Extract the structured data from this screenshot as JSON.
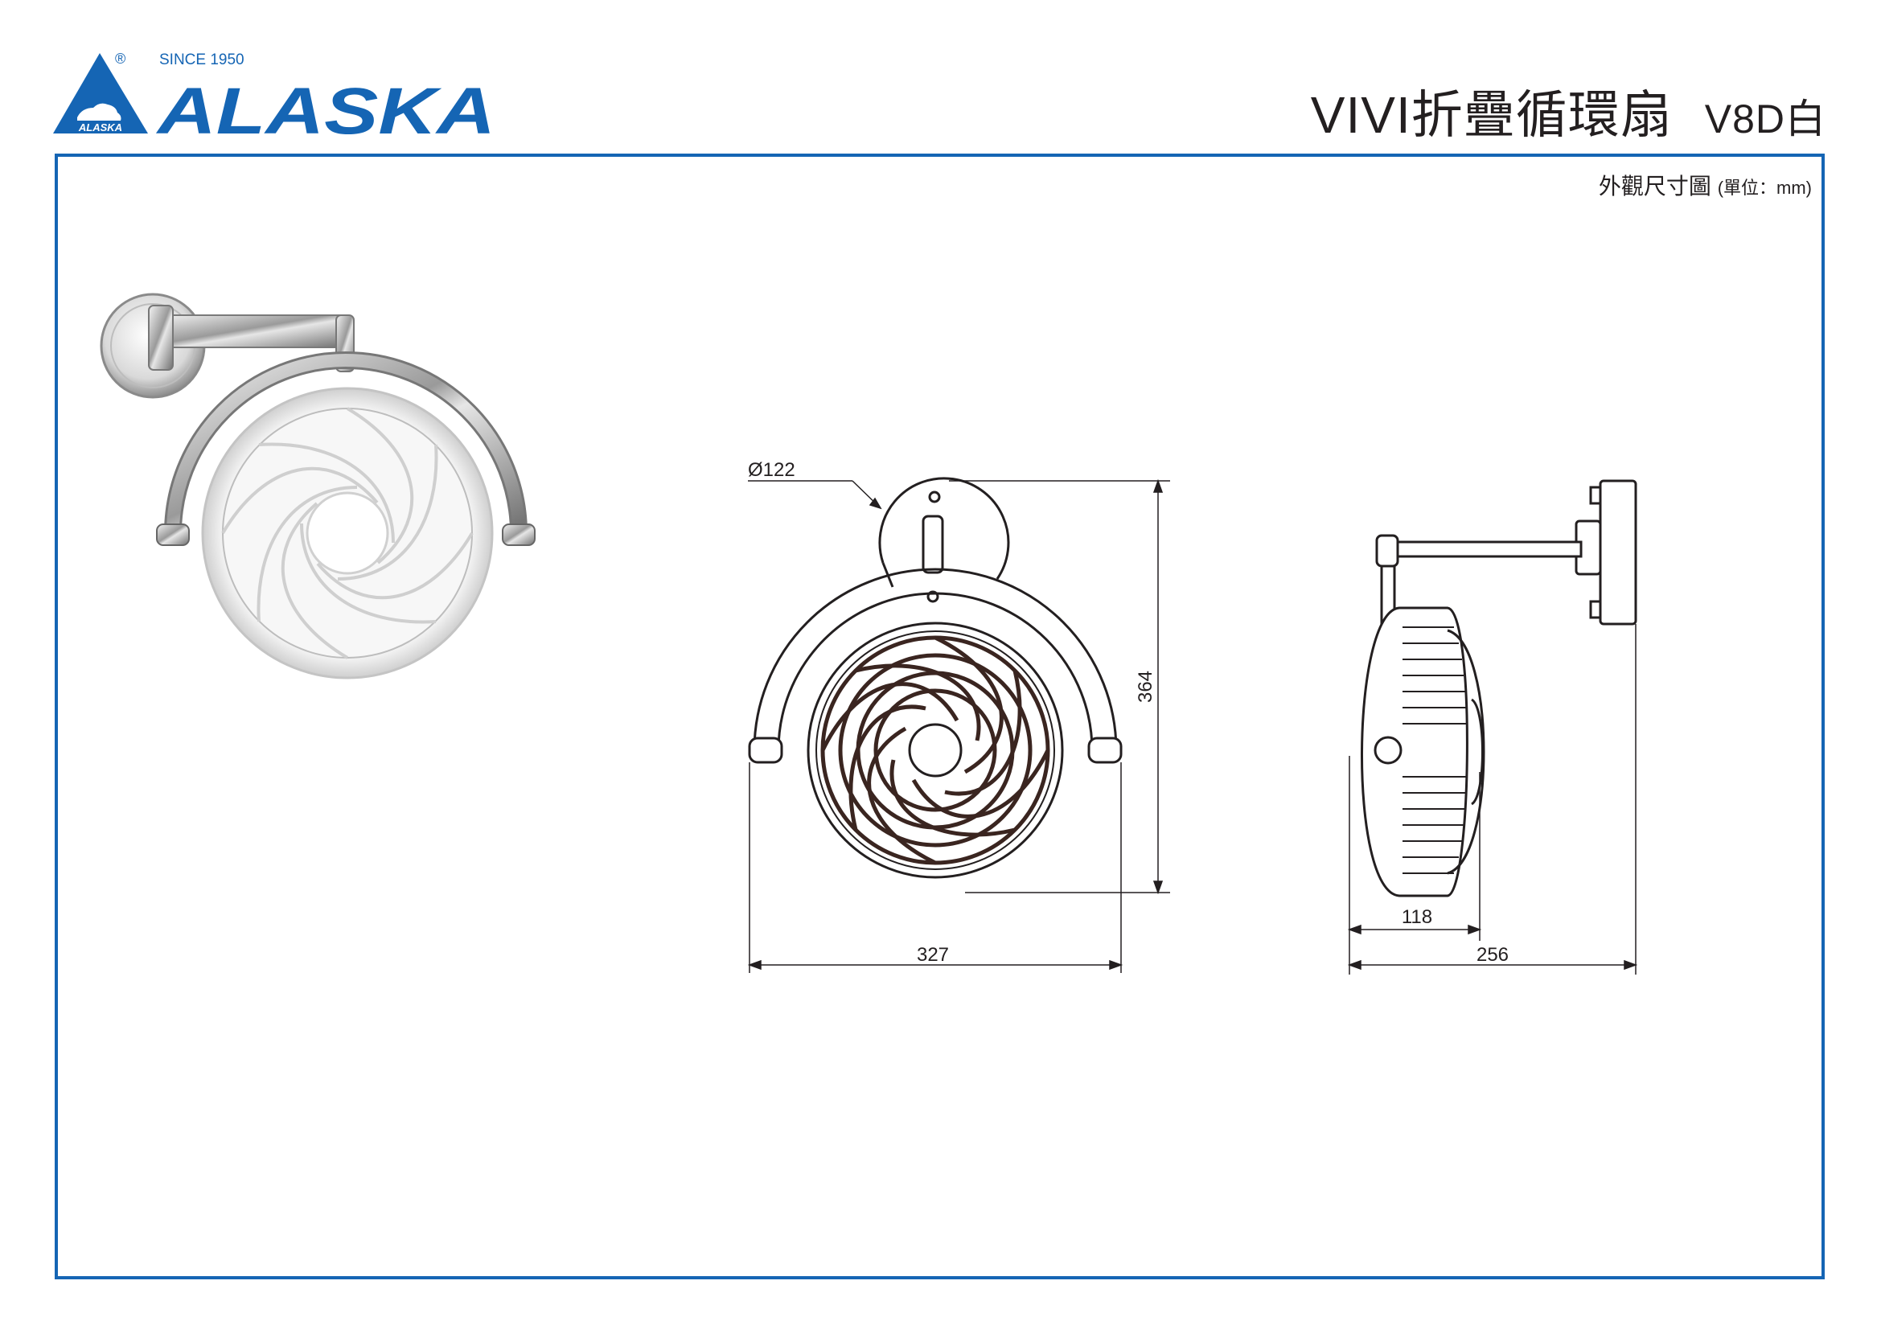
{
  "brand": {
    "registered_mark": "®",
    "since": "SINCE 1950",
    "name": "ALASKA",
    "icon_text": "ALASKA",
    "color": "#1565b4"
  },
  "header": {
    "title": "VIVI折疊循環扇",
    "model": "V8D白"
  },
  "drawing": {
    "caption": "外觀尺寸圖",
    "unit": "(單位：mm)",
    "dimensions": {
      "base_diameter": "Ø122",
      "height": "364",
      "width": "327",
      "depth_body": "118",
      "depth_total": "256"
    }
  }
}
